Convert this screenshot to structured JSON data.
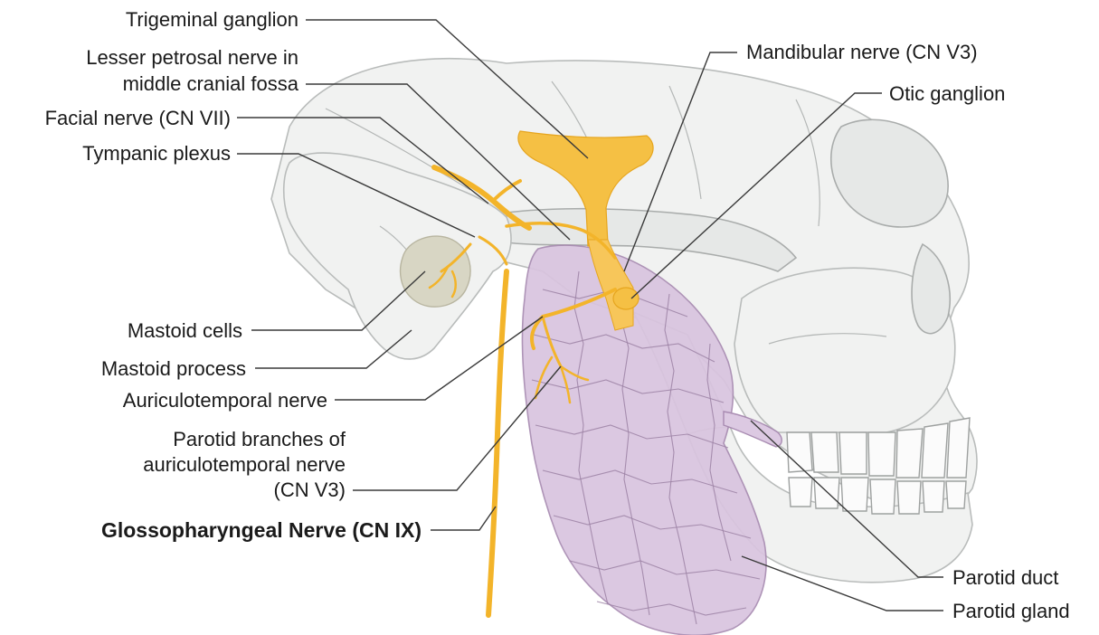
{
  "labels": {
    "trigeminal_ganglion": "Trigeminal ganglion",
    "lesser_petrosal_line1": "Lesser petrosal nerve in",
    "lesser_petrosal_line2": "middle cranial fossa",
    "facial_nerve": "Facial nerve (CN VII)",
    "tympanic_plexus": "Tympanic plexus",
    "mandibular_nerve": "Mandibular nerve (CN V3)",
    "otic_ganglion": "Otic ganglion",
    "mastoid_cells": "Mastoid cells",
    "mastoid_process": "Mastoid process",
    "auriculotemporal_nerve": "Auriculotemporal nerve",
    "parotid_branches_line1": "Parotid branches of",
    "parotid_branches_line2": "auriculotemporal nerve",
    "parotid_branches_line3": "(CN V3)",
    "glossopharyngeal_nerve": "Glossopharyngeal Nerve (CN IX)",
    "parotid_duct": "Parotid duct",
    "parotid_gland": "Parotid gland"
  },
  "colors": {
    "nerve": "#f3b42a",
    "gland": "#d9c4df",
    "bone": "#f1f2f1",
    "mastoid_cells": "#d8d6c4"
  }
}
